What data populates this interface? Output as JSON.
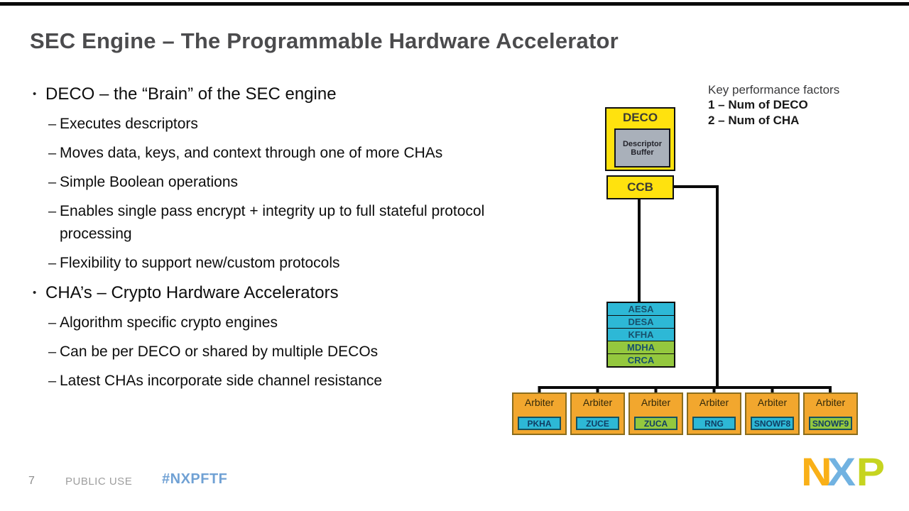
{
  "slide": {
    "title": "SEC Engine – The Programmable Hardware Accelerator",
    "bullet_glyph": "•",
    "dash_glyph": "–",
    "bullets": [
      {
        "level": 1,
        "text": "DECO – the “Brain” of the SEC engine"
      },
      {
        "level": 2,
        "text": "Executes descriptors"
      },
      {
        "level": 2,
        "text": "Moves data, keys, and context through one of more CHAs"
      },
      {
        "level": 2,
        "text": "Simple Boolean operations"
      },
      {
        "level": 2,
        "text": "Enables single pass encrypt + integrity up to full stateful protocol processing"
      },
      {
        "level": 2,
        "text": "Flexibility to support new/custom protocols"
      },
      {
        "level": 1,
        "text": "CHA’s – Crypto Hardware Accelerators"
      },
      {
        "level": 2,
        "text": "Algorithm specific crypto engines"
      },
      {
        "level": 2,
        "text": "Can be per DECO or shared by multiple DECOs"
      },
      {
        "level": 2,
        "text": "Latest CHAs incorporate side channel resistance"
      }
    ]
  },
  "diagram": {
    "key_factors": {
      "heading": "Key performance factors",
      "items": [
        "1 – Num of DECO",
        "2 – Num of CHA"
      ]
    },
    "deco": {
      "label": "DECO",
      "inner_label": "Descriptor Buffer"
    },
    "ccb": {
      "label": "CCB"
    },
    "cha_stack": [
      {
        "label": "AESA",
        "color": "cyan"
      },
      {
        "label": "DESA",
        "color": "cyan"
      },
      {
        "label": "KFHA",
        "color": "cyan"
      },
      {
        "label": "MDHA",
        "color": "green"
      },
      {
        "label": "CRCA",
        "color": "green"
      }
    ],
    "arbiters": [
      {
        "label": "Arbiter",
        "cha": "PKHA",
        "color": "cyan"
      },
      {
        "label": "Arbiter",
        "cha": "ZUCE",
        "color": "cyan"
      },
      {
        "label": "Arbiter",
        "cha": "ZUCA",
        "color": "green"
      },
      {
        "label": "Arbiter",
        "cha": "RNG",
        "color": "cyan"
      },
      {
        "label": "Arbiter",
        "cha": "SNOWF8",
        "color": "cyan"
      },
      {
        "label": "Arbiter",
        "cha": "SNOWF9",
        "color": "green"
      }
    ]
  },
  "footer": {
    "page_number": "7",
    "classification": "PUBLIC USE",
    "hashtag": "#NXPFTF",
    "logo_text": "NXP"
  },
  "colors": {
    "yellow": "#ffe20e",
    "cyan": "#2db8d6",
    "green": "#94c83e",
    "orange": "#f2a72e",
    "line": "#0a0a0a",
    "logo_n": "#f9b018",
    "logo_x": "#71b2e1",
    "logo_p": "#c6d420"
  }
}
